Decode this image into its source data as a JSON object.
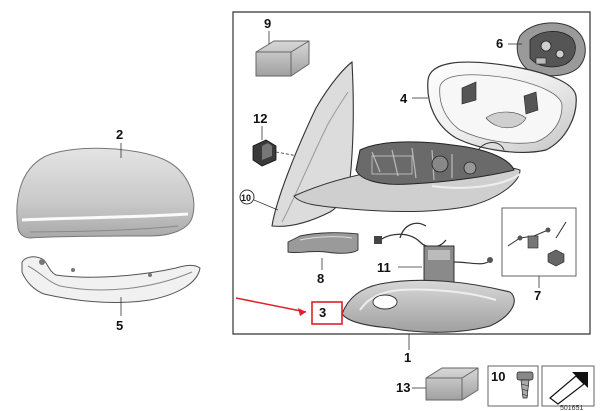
{
  "callouts": {
    "c1": "1",
    "c2": "2",
    "c3": "3",
    "c4": "4",
    "c5": "5",
    "c6": "6",
    "c7": "7",
    "c8": "8",
    "c9": "9",
    "c10_circled": "10",
    "c10_box": "10",
    "c11": "11",
    "c12": "12",
    "c13": "13"
  },
  "footer": {
    "code": "501651"
  },
  "colors": {
    "highlight": "#e0202a",
    "part_gray": "#c8c8c8",
    "dark_part": "#3a3a3a"
  }
}
